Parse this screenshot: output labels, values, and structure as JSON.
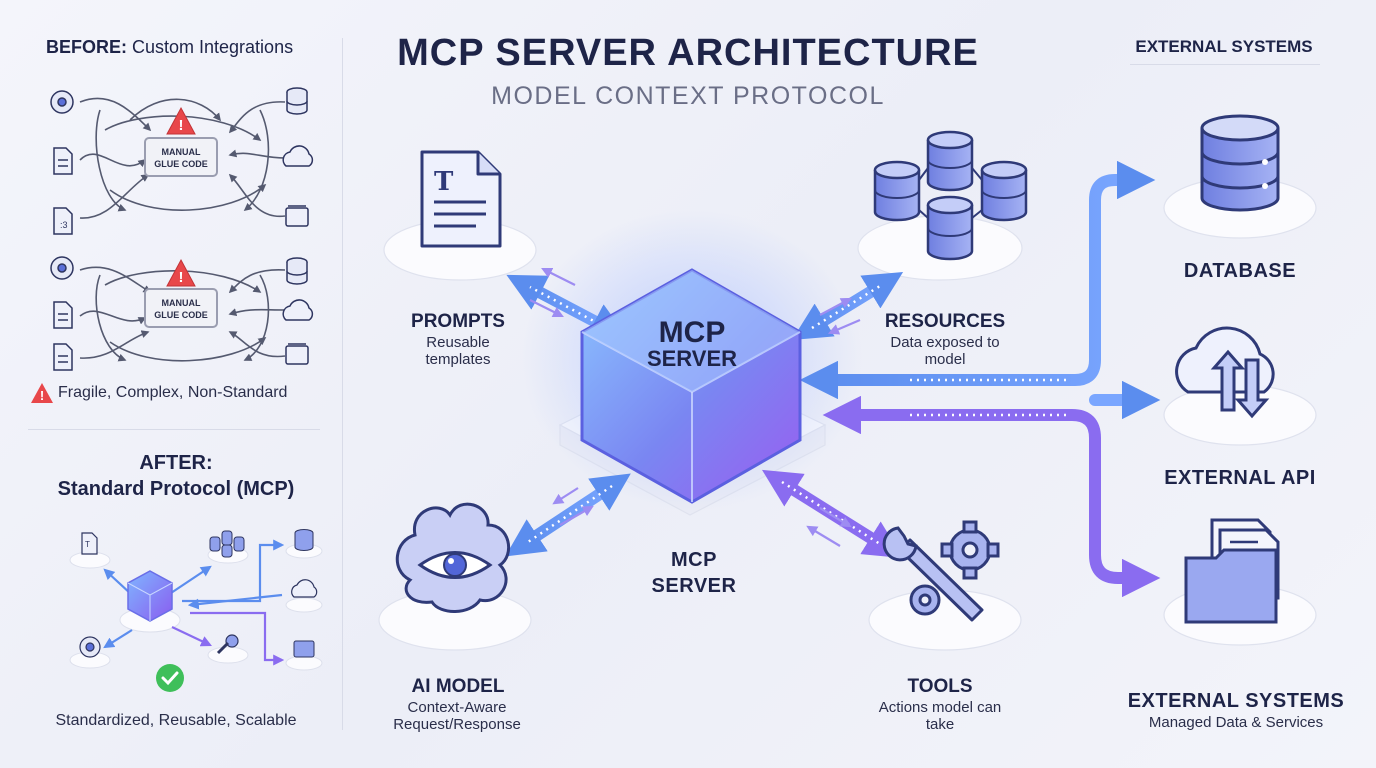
{
  "title": "MCP SERVER ARCHITECTURE",
  "subtitle": "MODEL CONTEXT PROTOCOL",
  "external_systems_heading": "EXTERNAL SYSTEMS",
  "before_panel": {
    "heading_bold": "BEFORE:",
    "heading_rest": " Custom Integrations",
    "glue_code_lines": [
      "MANUAL",
      "GLUE CODE"
    ],
    "footer": "Fragile, Complex, Non-Standard"
  },
  "after_panel": {
    "heading_line1": "AFTER:",
    "heading_line2": "Standard Protocol (MCP)",
    "footer": "Standardized, Reusable, Scalable"
  },
  "server": {
    "cube_label_line1": "MCP",
    "cube_label_line2": "SERVER",
    "base_label_line1": "MCP",
    "base_label_line2": "SERVER"
  },
  "components": {
    "prompts": {
      "label": "PROMPTS",
      "desc": "Reusable templates"
    },
    "resources": {
      "label": "RESOURCES",
      "desc": "Data exposed to model"
    },
    "ai_model": {
      "label": "AI MODEL",
      "desc": "Context-Aware Request/Response"
    },
    "tools": {
      "label": "TOOLS",
      "desc": "Actions model can take"
    }
  },
  "external": {
    "database": "DATABASE",
    "api": "EXTERNAL API",
    "systems_label": "EXTERNAL SYSTEMS",
    "systems_desc": "Managed Data & Services"
  },
  "icons": {
    "prompts": "document-icon",
    "resources": "database-cluster-icon",
    "ai_model": "brain-eye-icon",
    "tools": "wrench-gear-icon",
    "database": "database-icon",
    "api": "cloud-sync-icon",
    "systems": "folder-icon",
    "warning": "warning-icon",
    "check": "check-icon"
  },
  "colors": {
    "accent_blue": "#5b8dee",
    "accent_purple": "#8a6cf0",
    "warning_red": "#e8474a",
    "success_green": "#3fbf5a",
    "text_dark": "#1e2448"
  }
}
